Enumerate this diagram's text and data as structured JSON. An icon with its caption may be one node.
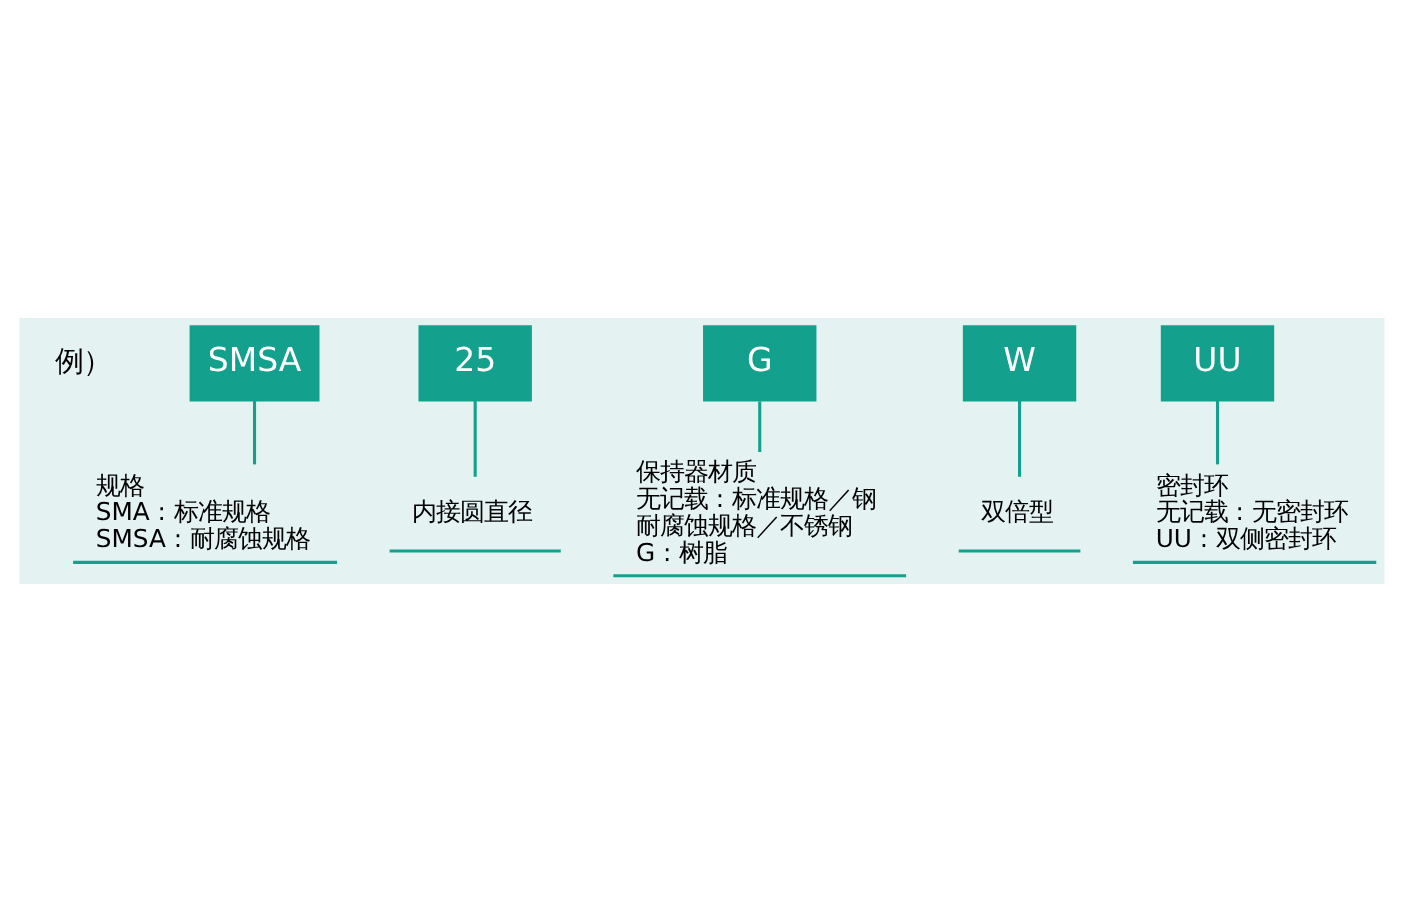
{
  "diagram": {
    "nodes": [
      {
        "text": [
          "SMSA"
        ]
      },
      {
        "text": [
          "25"
        ]
      },
      {
        "text": [
          "G"
        ]
      },
      {
        "text": [
          "W"
        ]
      },
      {
        "text": [
          "UU"
        ]
      },
      {
        "text": [
          "密封环",
          "无记载 : 无密封环",
          "UU : 双侧密封环"
        ]
      },
      {
        "text": [
          "双倍型"
        ]
      },
      {
        "text": [
          "规格",
          "SMA : 标准规格",
          "SMSA : 耐腐蚀规格"
        ]
      },
      {
        "text": [
          "保持器材质",
          "无记载 : 标准规格／钢",
          "耐腐蚀规格／不锈钢",
          "G : 树脂"
        ]
      },
      {
        "text": [
          "内接圆直径"
        ]
      }
    ],
    "edges": [
      {
        "from": 4,
        "to": 5,
        "arrow": "none"
      },
      {
        "from": 3,
        "to": 6,
        "arrow": "none"
      },
      {
        "from": 0,
        "to": 7,
        "arrow": "none"
      },
      {
        "from": 2,
        "to": 8,
        "arrow": "none"
      },
      {
        "from": 1,
        "to": 9,
        "arrow": "none"
      }
    ],
    "labels": [
      "例）"
    ]
  }
}
